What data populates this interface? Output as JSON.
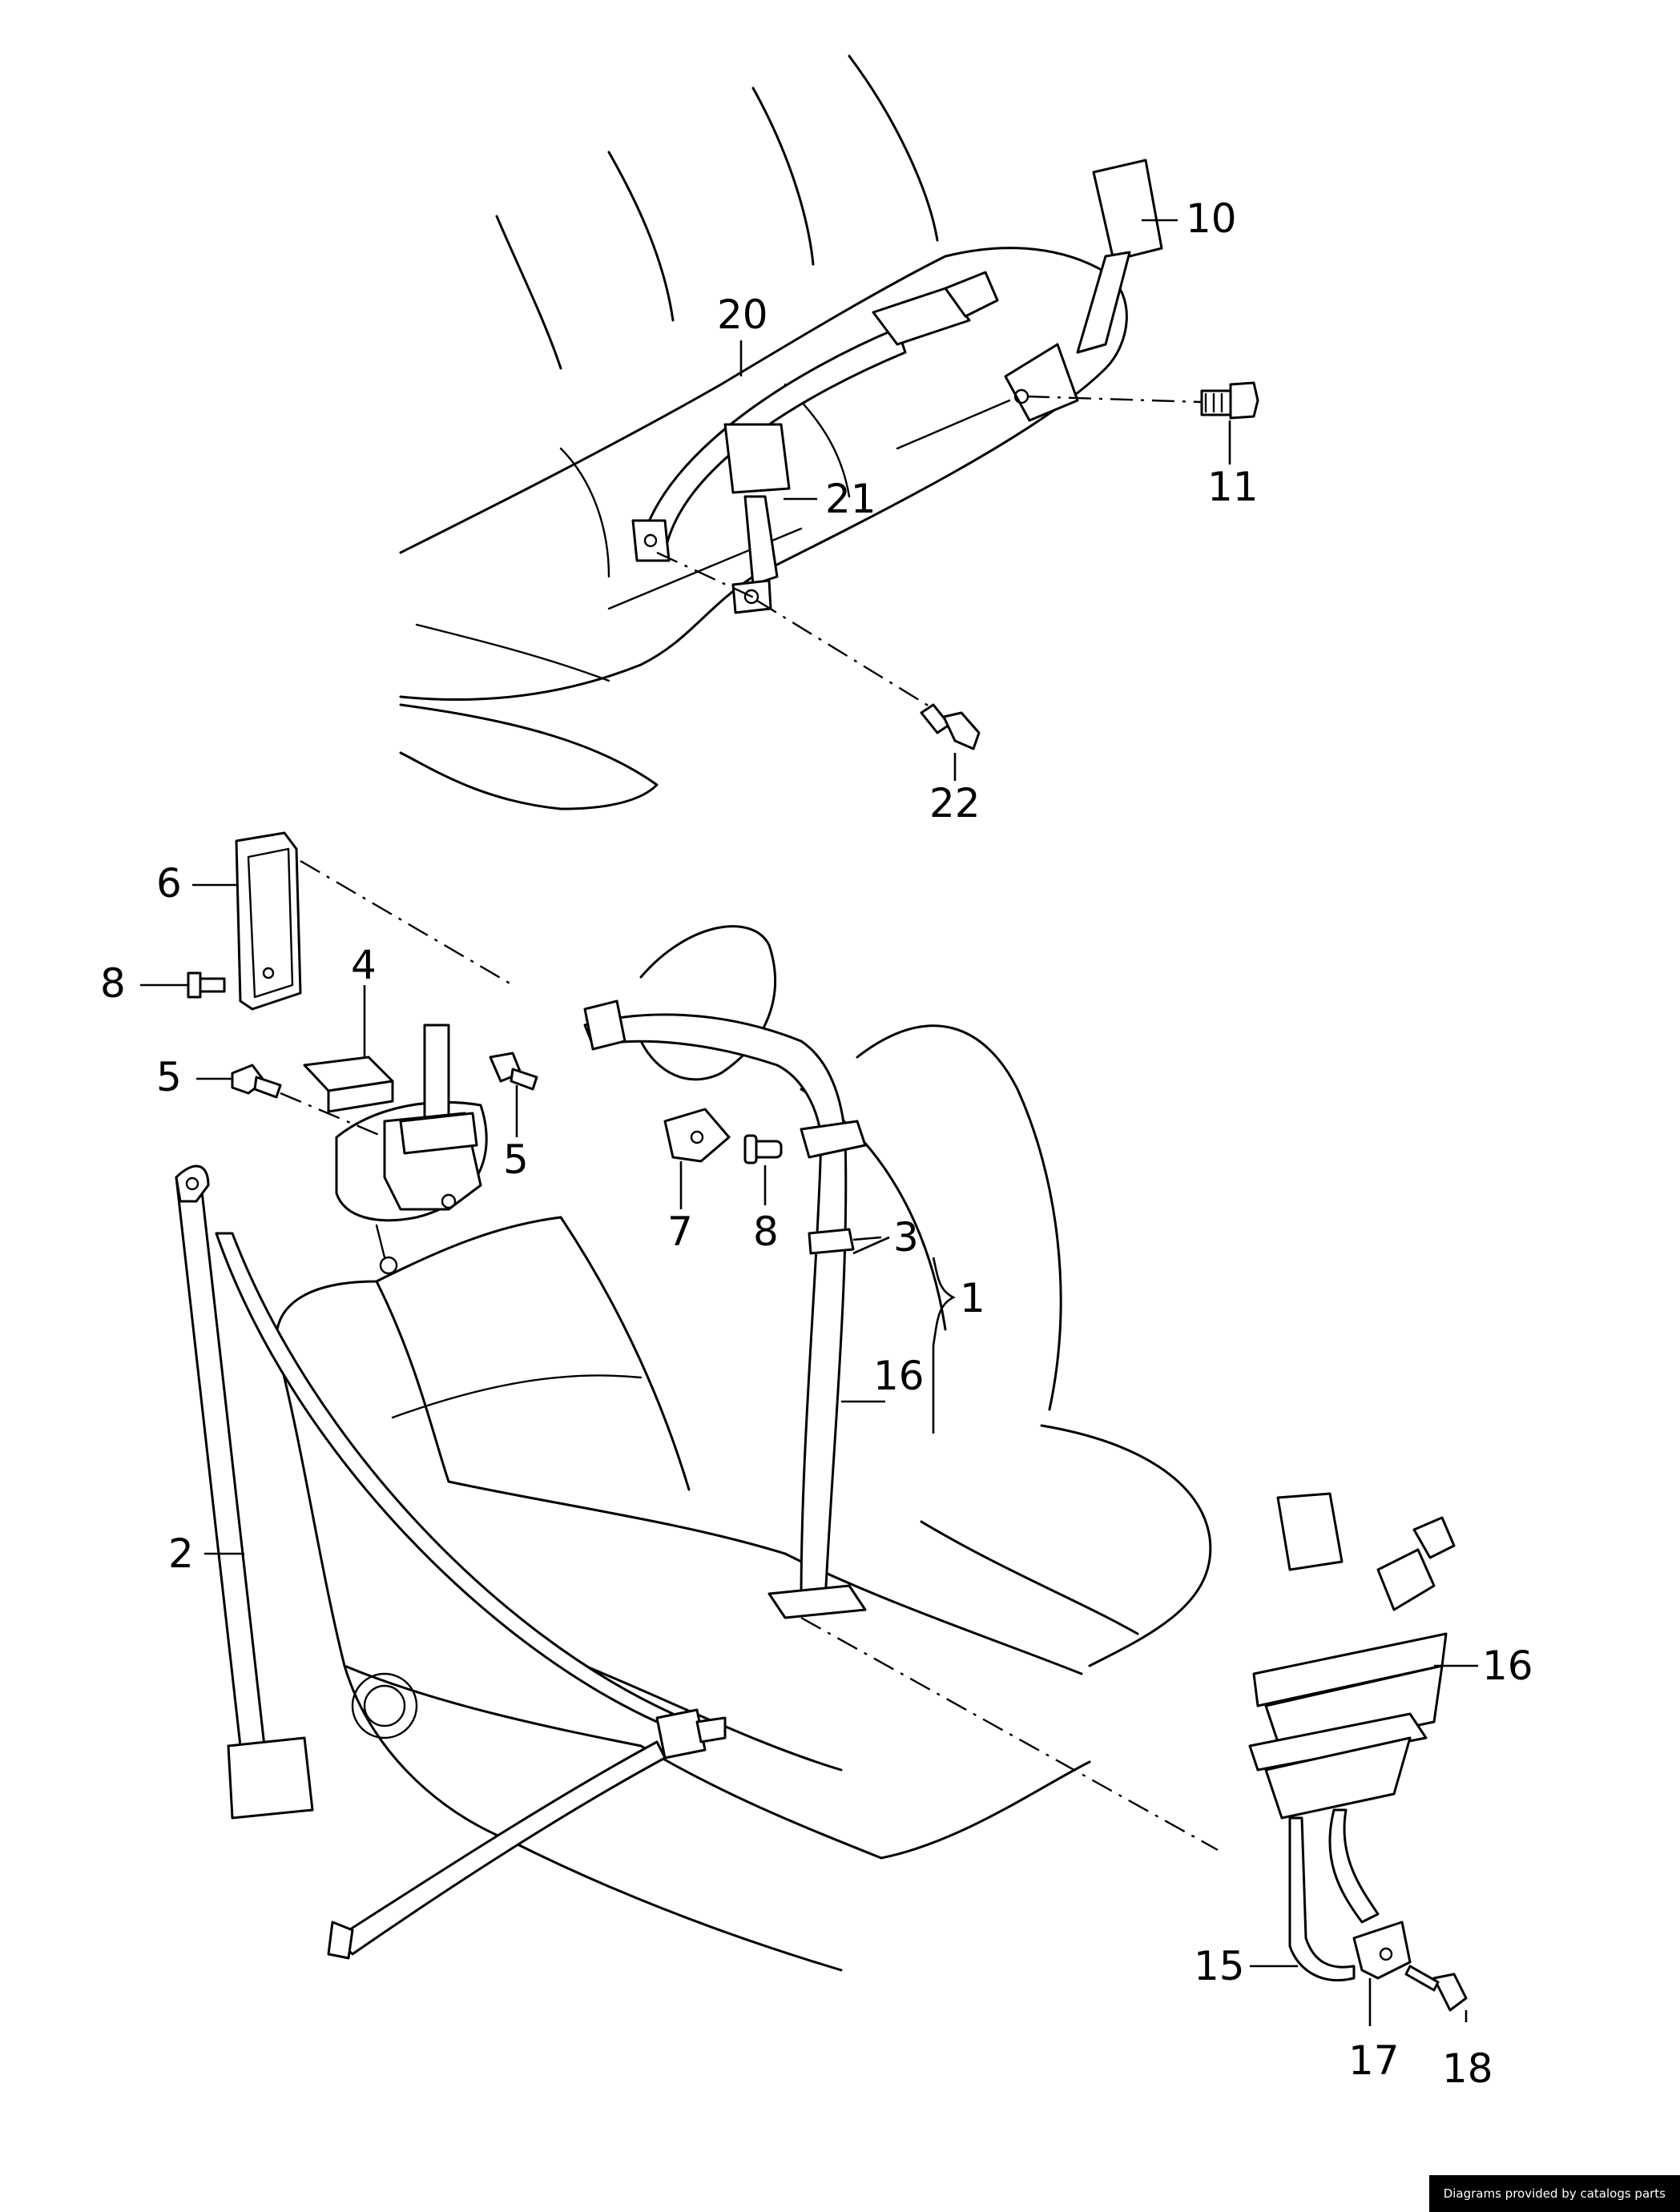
{
  "callouts": [
    {
      "id": "c10",
      "text": "10"
    },
    {
      "id": "c11",
      "text": "11"
    },
    {
      "id": "c20",
      "text": "20"
    },
    {
      "id": "c21",
      "text": "21"
    },
    {
      "id": "c22",
      "text": "22"
    },
    {
      "id": "c6",
      "text": "6"
    },
    {
      "id": "c8a",
      "text": "8"
    },
    {
      "id": "c4",
      "text": "4"
    },
    {
      "id": "c5a",
      "text": "5"
    },
    {
      "id": "c5b",
      "text": "5"
    },
    {
      "id": "c7",
      "text": "7"
    },
    {
      "id": "c8b",
      "text": "8"
    },
    {
      "id": "c3",
      "text": "3"
    },
    {
      "id": "c1",
      "text": "1"
    },
    {
      "id": "c16a",
      "text": "16"
    },
    {
      "id": "c2",
      "text": "2"
    },
    {
      "id": "c16b",
      "text": "16"
    },
    {
      "id": "c15",
      "text": "15"
    },
    {
      "id": "c17",
      "text": "17"
    },
    {
      "id": "c18",
      "text": "18"
    }
  ],
  "credit": "Diagrams provided by catalogs parts"
}
